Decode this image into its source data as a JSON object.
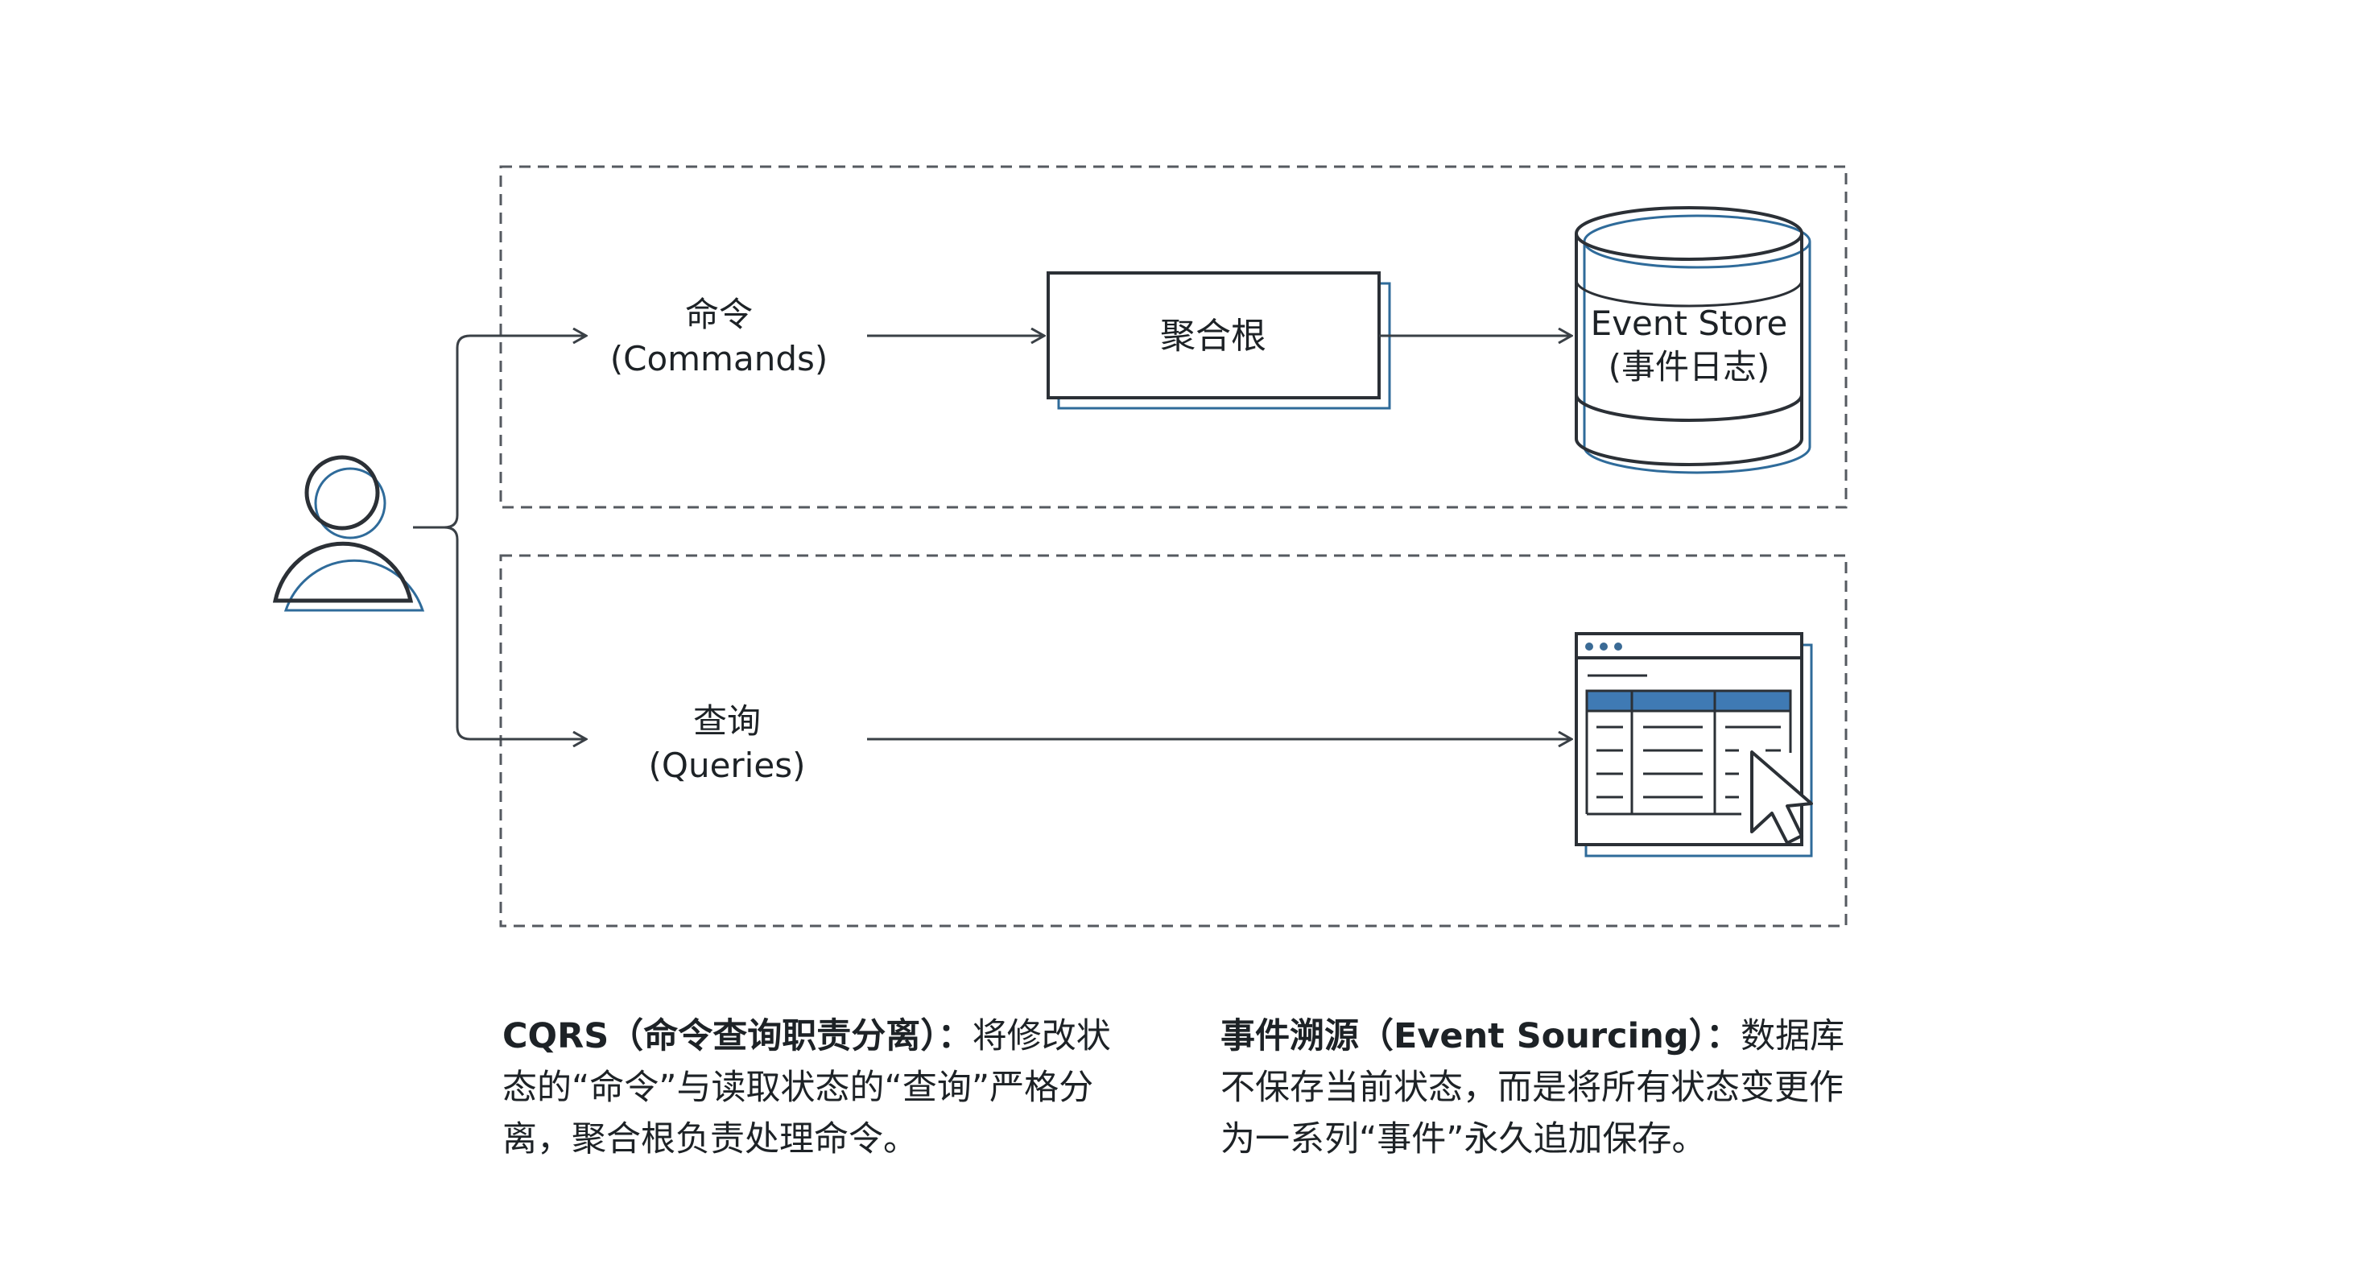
{
  "diagram": {
    "commands": {
      "zh": "命令",
      "en": "(Commands)"
    },
    "queries": {
      "zh": "查询",
      "en": "(Queries)"
    },
    "aggregate_root": "聚合根",
    "event_store": {
      "line1": "Event Store",
      "line2": "(事件日志)"
    },
    "icons": {
      "user": "user-icon",
      "database": "database-cylinder-icon",
      "read_view": "browser-table-icon",
      "cursor": "mouse-cursor-icon"
    },
    "colors": {
      "stroke_dark": "#2b3036",
      "stroke_blue": "#2f6b9a",
      "table_header": "#3f7ab4",
      "dash": "#555a60"
    }
  },
  "descriptions": {
    "cqrs": {
      "title": "CQRS（命令查询职责分离）：",
      "body": "将修改状态的“命令”与读取状态的“查询”严格分离，聚合根负责处理命令。"
    },
    "event_sourcing": {
      "title": "事件溯源（Event Sourcing）：",
      "body": "数据库不保存当前状态，而是将所有状态变更作为一系列“事件”永久追加保存。"
    }
  }
}
